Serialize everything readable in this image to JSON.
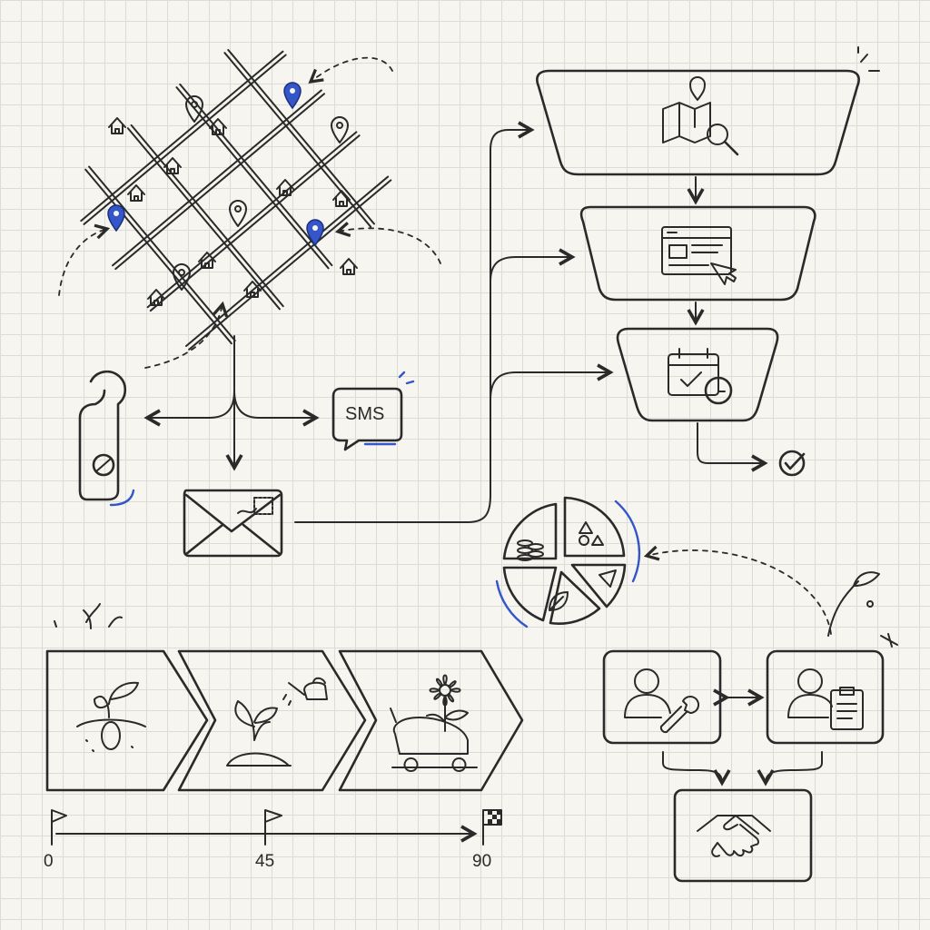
{
  "channels": {
    "sms_label": "SMS"
  },
  "timeline": {
    "start_label": "0",
    "mid_label": "45",
    "end_label": "90"
  },
  "colors": {
    "ink": "#2a2a2a",
    "accent": "#3556c8",
    "paper": "#f6f5ef"
  }
}
